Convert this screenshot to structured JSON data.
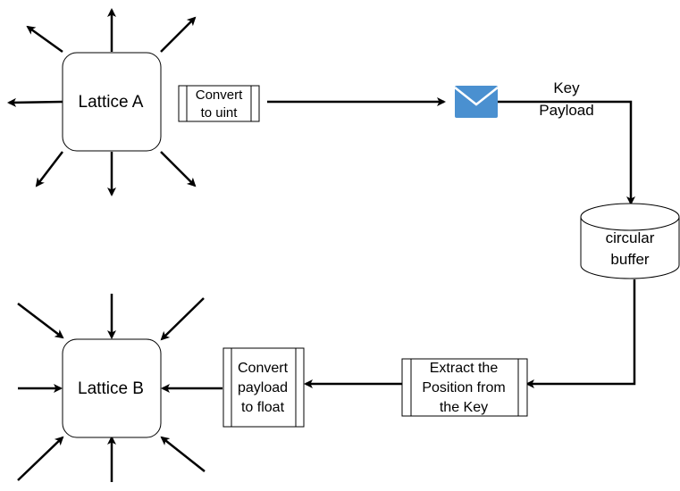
{
  "colors": {
    "stroke": "#000000",
    "background": "#ffffff",
    "envelope": "#4a90d0"
  },
  "nodes": {
    "lattice_a": {
      "label": "Lattice A"
    },
    "lattice_b": {
      "label": "Lattice B"
    },
    "convert_uint": {
      "lines": [
        "Convert",
        "to uint"
      ]
    },
    "message": {
      "icon": "envelope-icon",
      "lines": [
        "Key",
        "Payload"
      ]
    },
    "buffer": {
      "lines": [
        "circular",
        "buffer"
      ]
    },
    "extract": {
      "lines": [
        "Extract the",
        "Position from",
        "the Key"
      ]
    },
    "convert_float": {
      "lines": [
        "Convert",
        "payload",
        "to float"
      ]
    }
  }
}
